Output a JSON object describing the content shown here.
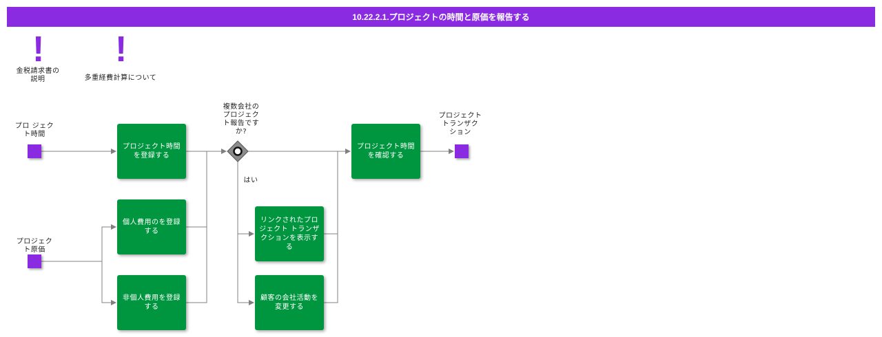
{
  "header": {
    "title": "10.22.2.1.プロジェクトの時間と原価を報告する"
  },
  "notes": [
    {
      "mark": "!",
      "label": "金税請求書の\n説明"
    },
    {
      "mark": "!",
      "label": "多重経費計算について"
    }
  ],
  "events": {
    "project_time": "プロ ジェク\nト時間",
    "project_cost": "プロジェク\nト原価",
    "project_transaction": "プロジェクト\nトランザク\nション"
  },
  "gateway": {
    "question": "複数会社の\nプロジェク\nト報告です\nか?",
    "yes_label": "はい"
  },
  "tasks": {
    "register_time": "プロジェクト時間\nを登録する",
    "register_personal_expense": "個人費用のを登録\nする",
    "register_nonpersonal_expense": "非個人費用を登録\nする",
    "confirm_time": "プロジェクト時間\nを確認する",
    "show_linked_transactions": "リンクされたプロ\nジェクト トランザ\nクションを表示す\nる",
    "change_customer_activity": "顧客の会社活動を\n変更する"
  },
  "colors": {
    "accent": "#8a2be2",
    "task": "#00963f",
    "gateway": "#8c8c8c",
    "connector": "#808080"
  }
}
